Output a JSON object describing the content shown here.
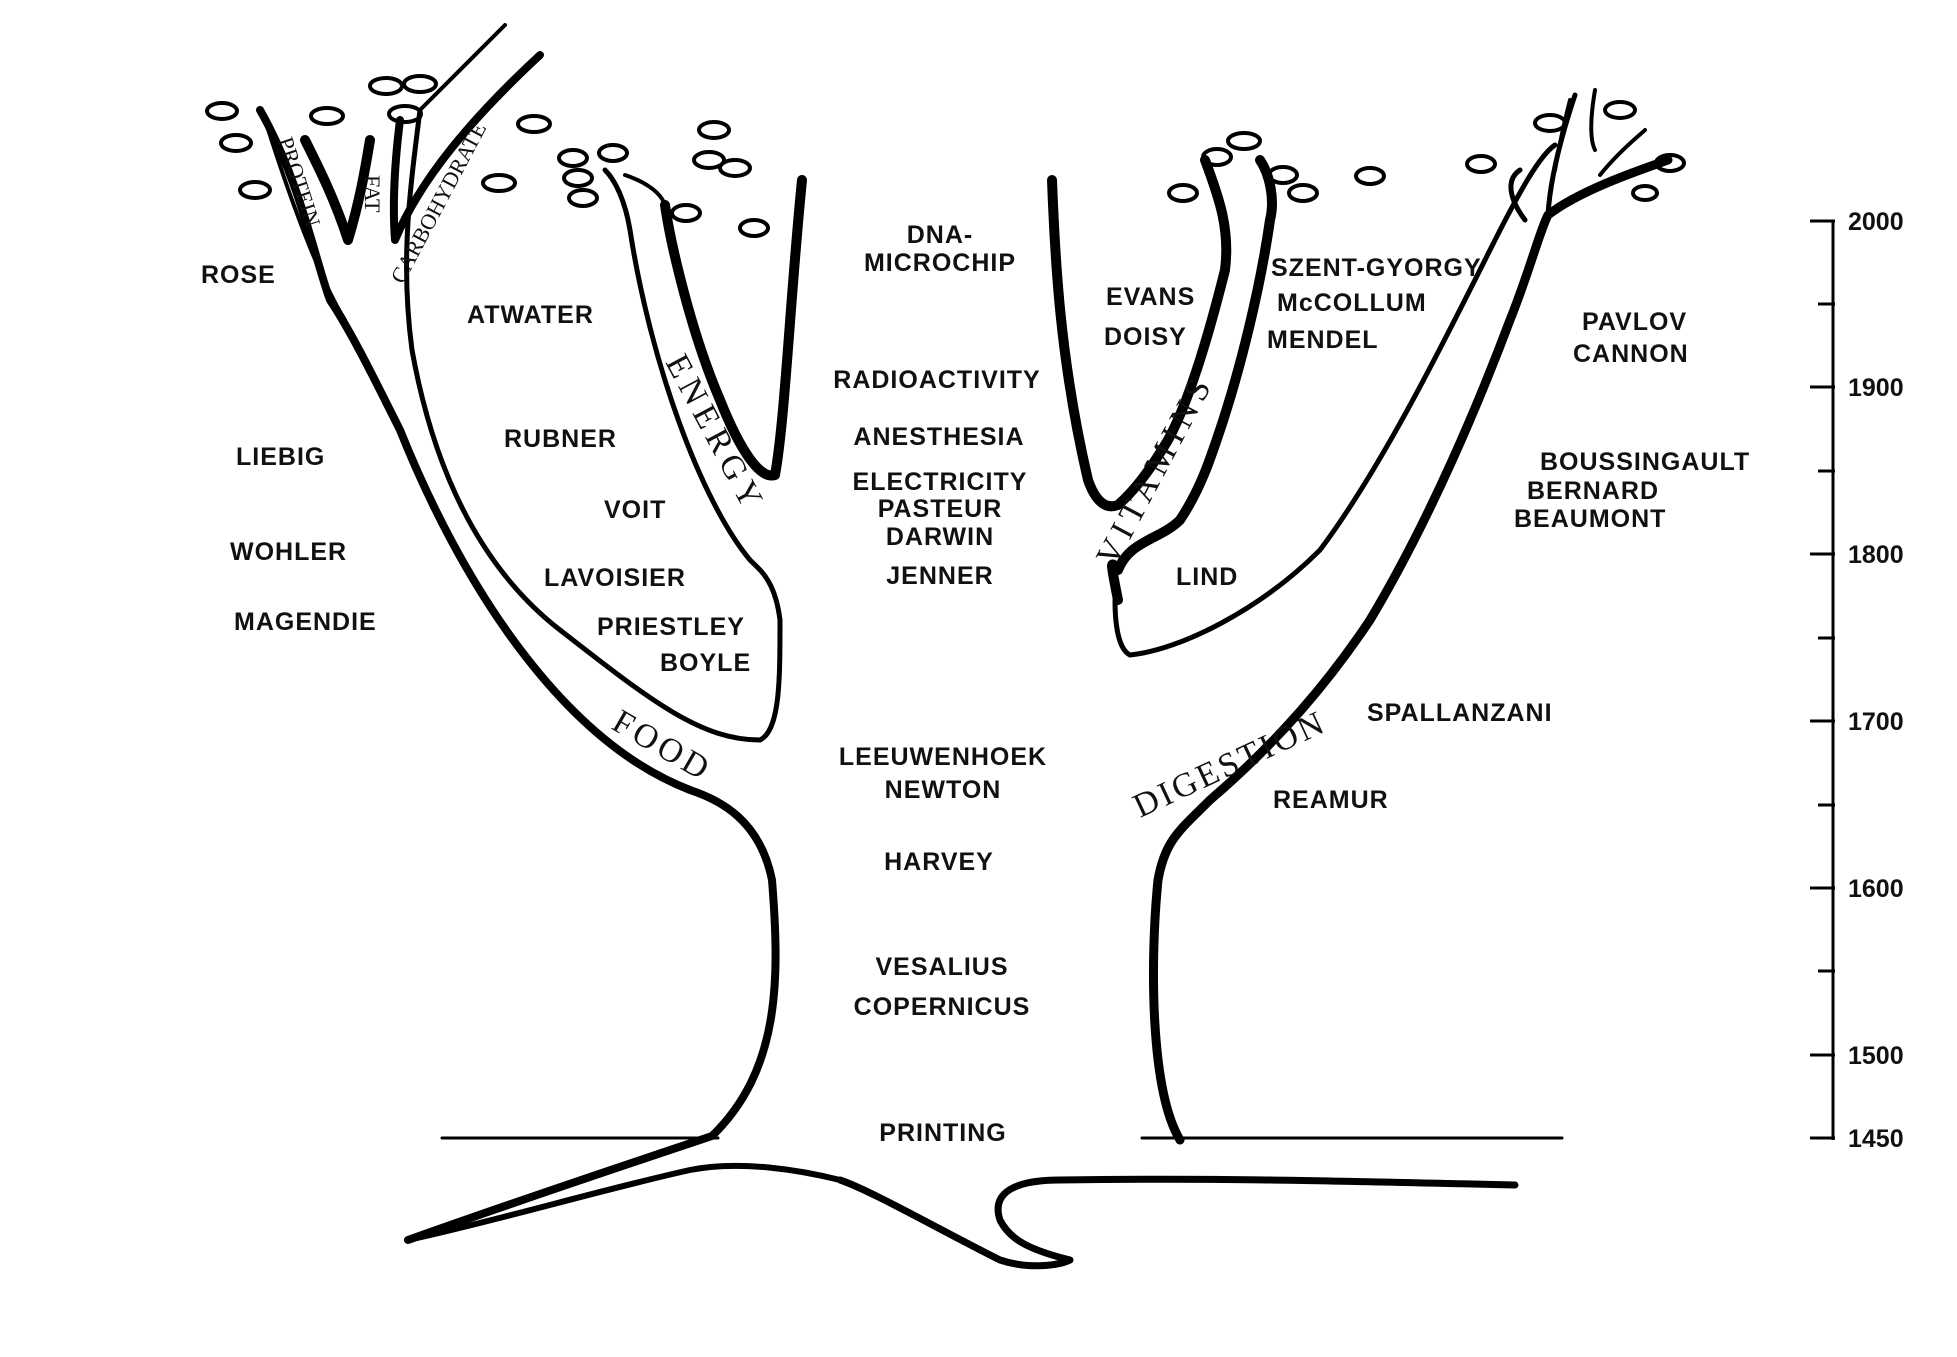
{
  "branches": {
    "food": "FOOD",
    "energy": "ENERGY",
    "vitamins": "VITAMINS",
    "digestion": "DIGESTION",
    "protein": "PROTEIN",
    "fat": "FAT",
    "carbohydrate": "CARBOHYDRATE"
  },
  "center_events": {
    "dna": "DNA-",
    "microchip": "MICROCHIP",
    "radioactivity": "RADIOACTIVITY",
    "anesthesia": "ANESTHESIA",
    "electricity": "ELECTRICITY",
    "pasteur": "PASTEUR",
    "darwin": "DARWIN",
    "jenner": "JENNER",
    "leeuwenhoek": "LEEUWENHOEK",
    "newton": "NEWTON",
    "harvey": "HARVEY",
    "vesalius": "VESALIUS",
    "copernicus": "COPERNICUS",
    "printing": "PRINTING"
  },
  "left_names": {
    "rose": "ROSE",
    "liebig": "LIEBIG",
    "wohler": "WOHLER",
    "magendie": "MAGENDIE",
    "atwater": "ATWATER",
    "rubner": "RUBNER",
    "voit": "VOIT",
    "lavoisier": "LAVOISIER",
    "priestley": "PRIESTLEY",
    "boyle": "BOYLE"
  },
  "right_names": {
    "evans": "EVANS",
    "doisy": "DOISY",
    "lind": "LIND",
    "szent_gyorgy": "SZENT-GYORGY",
    "mccollum": "McCOLLUM",
    "mendel": "MENDEL",
    "pavlov": "PAVLOV",
    "cannon": "CANNON",
    "boussingault": "BOUSSINGAULT",
    "bernard": "BERNARD",
    "beaumont": "BEAUMONT",
    "spallanzani": "SPALLANZANI",
    "reamur": "REAMUR"
  },
  "timeline": {
    "ticks": [
      "2000",
      "1900",
      "1800",
      "1700",
      "1600",
      "1500",
      "1450"
    ]
  }
}
